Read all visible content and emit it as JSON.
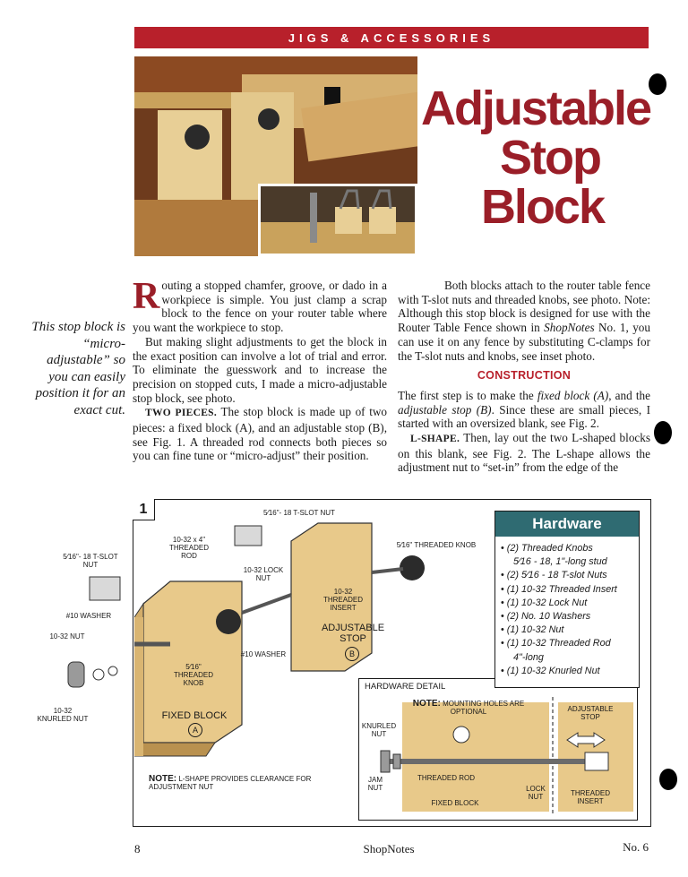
{
  "header_banner": "JIGS & ACCESSORIES",
  "title_lines": [
    "Adjustable",
    "Stop",
    "Block"
  ],
  "sidebar_quote": "This stop block is “micro-adjustable” so you can easily position it for an exact cut.",
  "left_column": {
    "dropcap": "R",
    "p1": "outing a stopped chamfer, groove, or dado in a workpiece is simple. You just clamp a scrap block to the fence on your router table where you want the workpiece to stop.",
    "p2": "But making slight adjustments to get the block in the exact position can involve a lot of trial and error. To eliminate the guesswork and to increase the precision on stopped cuts, I made a micro-adjustable stop block, see photo.",
    "p3_head": "TWO PIECES.",
    "p3": " The stop block is made up of two pieces: a fixed block (A), and an adjustable stop (B), see Fig. 1. A threaded rod connects both pieces so you can fine tune or “micro-adjust” their position."
  },
  "right_column": {
    "p1": "Both blocks attach to the router table fence with T-slot nuts and threaded knobs, see photo. Note: Although this stop block is designed for use with the Router Table Fence shown in ",
    "p1_em": "ShopNotes",
    "p1_end": " No. 1, you can use it on any fence by substituting C-clamps for the T-slot nuts and knobs, see inset photo.",
    "section_heading": "CONSTRUCTION",
    "p2_a": "The first step is to make the ",
    "p2_em1": "fixed block (A)",
    "p2_b": ", and the ",
    "p2_em2": "adjustable stop (B)",
    "p2_c": ". Since these are small pieces, I started with an oversized blank, see Fig. 2.",
    "p3_head": "L-SHAPE.",
    "p3": " Then, lay out the two L-shaped blocks on this blank, see Fig. 2. The L-shape allows the adjustment nut to “set-in” from the edge of the"
  },
  "figure": {
    "number": "1",
    "labels": {
      "tslot_top": "5⁄16\"- 18 T-SLOT NUT",
      "threaded_rod": "10-32 x 4\" THREADED ROD",
      "tslot_left": "5⁄16\"- 18 T-SLOT NUT",
      "lock_nut": "10-32 LOCK NUT",
      "threaded_knob_right": "5⁄16\" THREADED KNOB",
      "washer_left": "#10 WASHER",
      "threaded_insert": "10-32 THREADED INSERT",
      "nut_left": "10-32 NUT",
      "adjustable_stop": "ADJUSTABLE STOP",
      "adjustable_stop_letter": "B",
      "washer_mid": "#10 WASHER",
      "threaded_knob_left": "5⁄16\" THREADED KNOB",
      "knurled_nut": "10-32 KNURLED NUT",
      "fixed_block": "FIXED BLOCK",
      "fixed_block_letter": "A",
      "note_head": "NOTE:",
      "note_text": "L-SHAPE PROVIDES CLEARANCE FOR ADJUSTMENT NUT"
    },
    "detail": {
      "title": "HARDWARE DETAIL",
      "note_head": "NOTE:",
      "note_text": "MOUNTING HOLES ARE OPTIONAL",
      "adjustable_stop": "ADJUSTABLE STOP",
      "knurled_nut": "KNURLED NUT",
      "threaded_rod": "THREADED ROD",
      "jam_nut": "JAM NUT",
      "lock_nut": "LOCK NUT",
      "threaded_insert": "THREADED INSERT",
      "fixed_block": "FIXED BLOCK"
    }
  },
  "hardware_box": {
    "title": "Hardware",
    "items": [
      {
        "text": "(2) Threaded Knobs",
        "sub": "5⁄16 - 18, 1\"-long stud"
      },
      {
        "text": "(2) 5⁄16 - 18 T-slot Nuts"
      },
      {
        "text": "(1) 10-32 Threaded Insert"
      },
      {
        "text": "(1) 10-32 Lock Nut"
      },
      {
        "text": "(2) No. 10 Washers"
      },
      {
        "text": "(1) 10-32 Nut"
      },
      {
        "text": "(1) 10-32 Threaded Rod",
        "sub": "4\"-long"
      },
      {
        "text": "(1) 10-32 Knurled Nut"
      }
    ]
  },
  "footer": {
    "page": "8",
    "magazine": "ShopNotes",
    "issue": "No. 6"
  },
  "colors": {
    "accent": "#b8202b",
    "title": "#9a1e28",
    "hardware_head": "#2f6b72",
    "wood": "#e8c98a"
  }
}
